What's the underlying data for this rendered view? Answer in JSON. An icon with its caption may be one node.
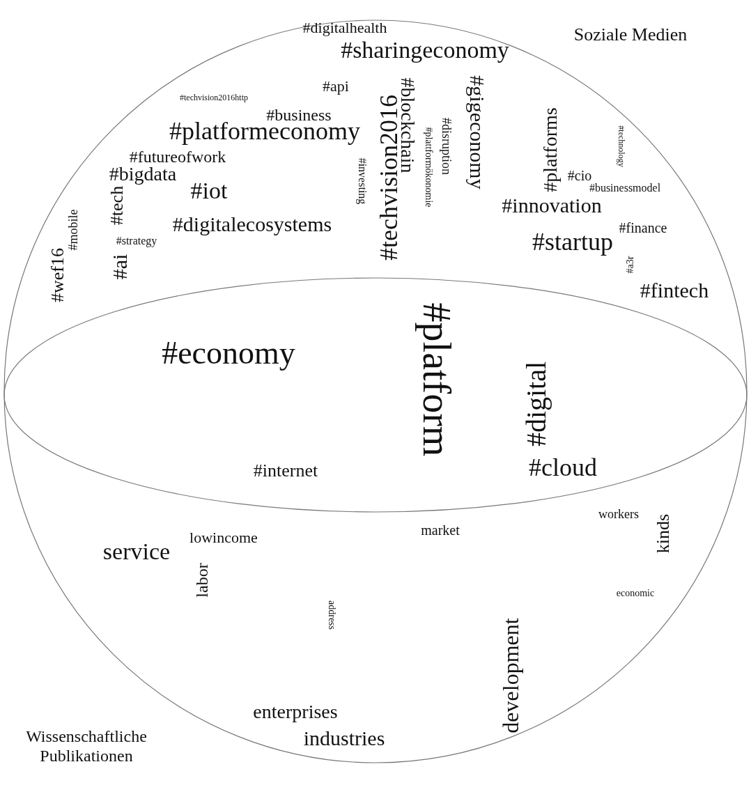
{
  "diagram": {
    "labels": [
      "Soziale Medien",
      "#digitalhealth",
      "#sharingeconomy",
      "#techvision2016http",
      "#api",
      "#business",
      "#platformeconomy",
      "#futureofwork",
      "#bigdata",
      "#iot",
      "#digitalecosystems",
      "#tech",
      "#mobile",
      "#strategy",
      "#wef16",
      "#ai",
      "#investing",
      "#techvision2016",
      "#blockchain",
      "#disruption",
      "#plattformökonomie",
      "#gigeconomy",
      "#platforms",
      "#technology",
      "#cio",
      "#businessmodel",
      "#innovation",
      "#finance",
      "#startup",
      "#a3r",
      "#fintech",
      "#economy",
      "#platform",
      "#digital",
      "#cloud",
      "#internet",
      "workers",
      "kinds",
      "market",
      "lowincome",
      "service",
      "labor",
      "address",
      "economic",
      "development",
      "enterprises",
      "industries",
      "Wissenschaftliche Publikationen"
    ]
  }
}
